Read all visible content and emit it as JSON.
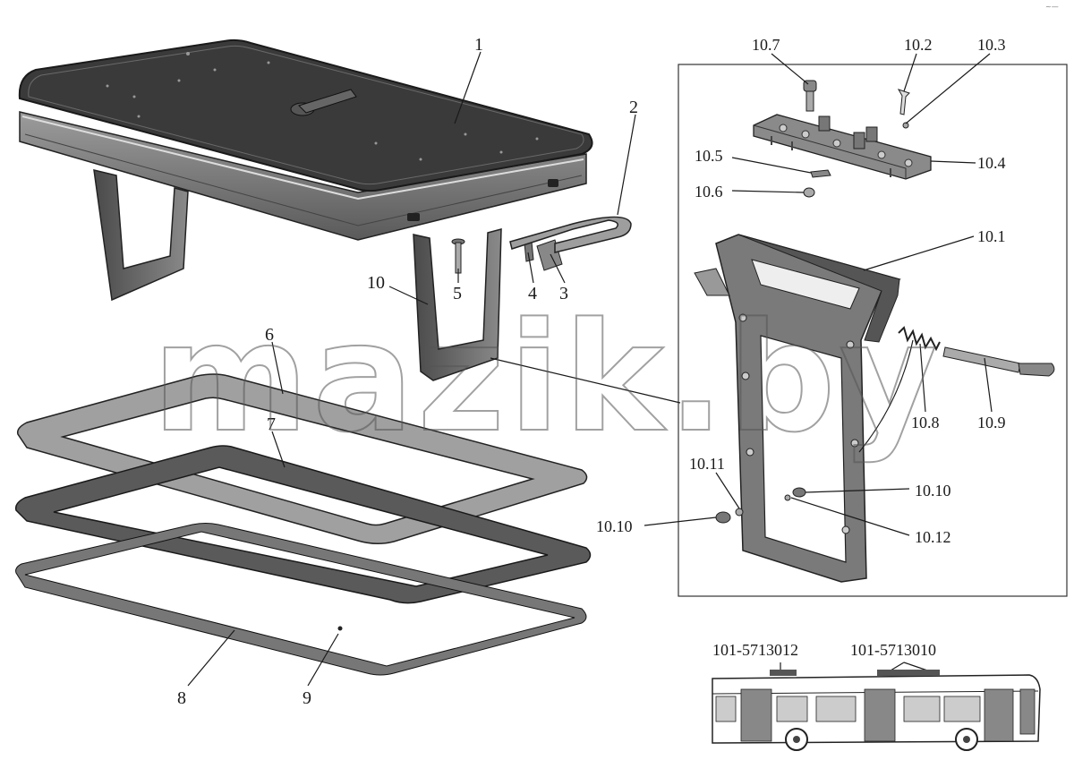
{
  "watermark": "mazik.by",
  "corner_mark": "~—",
  "labels": {
    "p1": "1",
    "p2": "2",
    "p3": "3",
    "p4": "4",
    "p5": "5",
    "p6": "6",
    "p7": "7",
    "p8": "8",
    "p9": "9",
    "p10": "10",
    "d10_7": "10.7",
    "d10_2": "10.2",
    "d10_3": "10.3",
    "d10_4": "10.4",
    "d10_5": "10.5",
    "d10_6": "10.6",
    "d10_1": "10.1",
    "d10_8": "10.8",
    "d10_9": "10.9",
    "d10_11": "10.11",
    "d10_10a": "10.10",
    "d10_10b": "10.10",
    "d10_12": "10.12"
  },
  "bus": {
    "label_front": "101-5713012",
    "label_rear": "101-5713010"
  },
  "colors": {
    "ink": "#1a1a1a",
    "body_dark": "#3c3c3c",
    "body_mid": "#7a7a7a",
    "body_light": "#b5b5b5",
    "frame_fill": "#9a9a9a"
  }
}
